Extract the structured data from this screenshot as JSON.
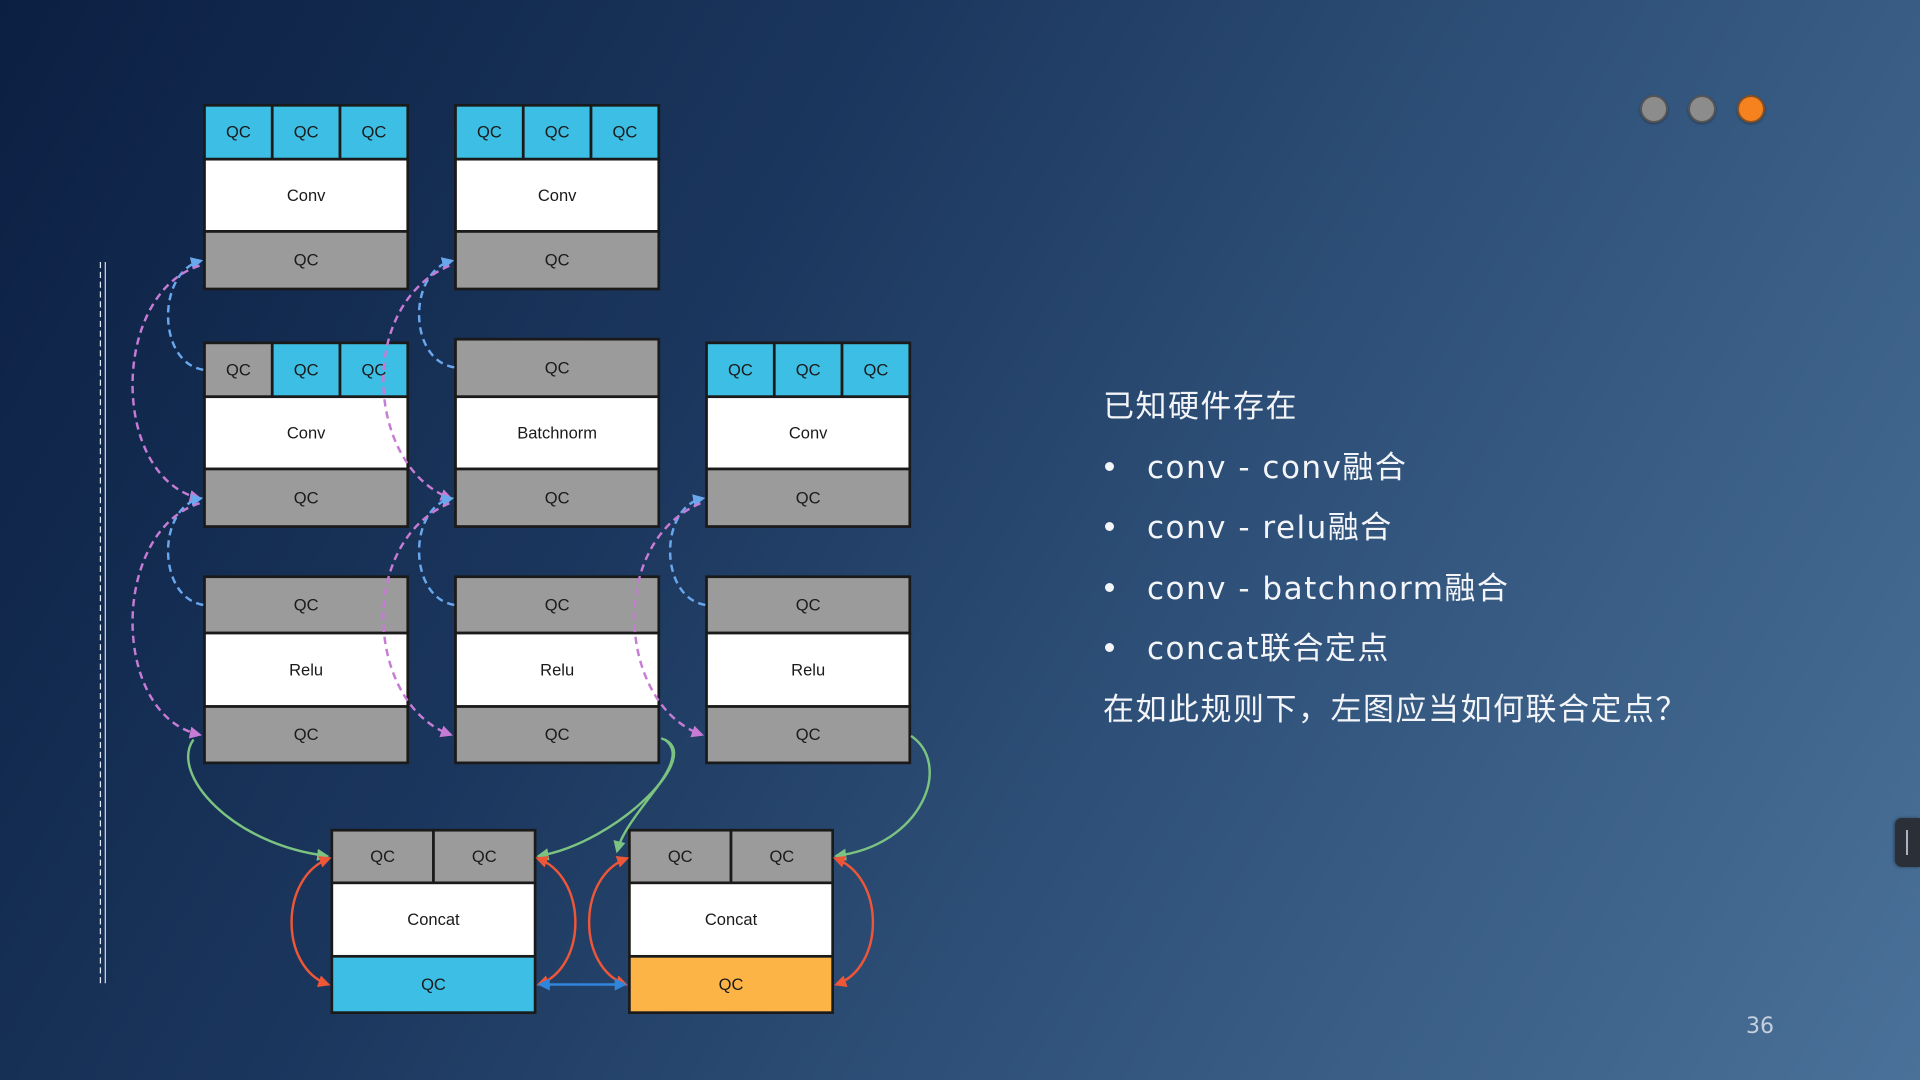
{
  "slide": {
    "page_number": "36",
    "indicator_dots": [
      {
        "color": "#8c8c8c"
      },
      {
        "color": "#8c8c8c"
      },
      {
        "color": "#f5821f"
      }
    ]
  },
  "diagram": {
    "arrow_colors": {
      "dashed_blue": "#6aa8ee",
      "dashed_pink": "#c67cd4",
      "green": "#7cc381",
      "red": "#ee5638",
      "blue": "#2f86dc"
    },
    "nodes": [
      {
        "inputs": [
          {
            "text": "QC",
            "fill": "#3dbfe5"
          },
          {
            "text": "QC",
            "fill": "#3dbfe5"
          },
          {
            "text": "QC",
            "fill": "#3dbfe5"
          }
        ],
        "op": "Conv",
        "output": {
          "text": "QC",
          "fill": "#9b9b9b"
        }
      },
      {
        "inputs": [
          {
            "text": "QC",
            "fill": "#3dbfe5"
          },
          {
            "text": "QC",
            "fill": "#3dbfe5"
          },
          {
            "text": "QC",
            "fill": "#3dbfe5"
          }
        ],
        "op": "Conv",
        "output": {
          "text": "QC",
          "fill": "#9b9b9b"
        }
      },
      {
        "inputs": [
          {
            "text": "QC",
            "fill": "#9b9b9b"
          },
          {
            "text": "QC",
            "fill": "#3dbfe5"
          },
          {
            "text": "QC",
            "fill": "#3dbfe5"
          }
        ],
        "op": "Conv",
        "output": {
          "text": "QC",
          "fill": "#9b9b9b"
        }
      },
      {
        "inputs": [
          {
            "text": "QC",
            "fill": "#9b9b9b"
          }
        ],
        "op": "Batchnorm",
        "output": {
          "text": "QC",
          "fill": "#9b9b9b"
        }
      },
      {
        "inputs": [
          {
            "text": "QC",
            "fill": "#3dbfe5"
          },
          {
            "text": "QC",
            "fill": "#3dbfe5"
          },
          {
            "text": "QC",
            "fill": "#3dbfe5"
          }
        ],
        "op": "Conv",
        "output": {
          "text": "QC",
          "fill": "#9b9b9b"
        }
      },
      {
        "inputs": [
          {
            "text": "QC",
            "fill": "#9b9b9b"
          }
        ],
        "op": "Relu",
        "output": {
          "text": "QC",
          "fill": "#9b9b9b"
        }
      },
      {
        "inputs": [
          {
            "text": "QC",
            "fill": "#9b9b9b"
          }
        ],
        "op": "Relu",
        "output": {
          "text": "QC",
          "fill": "#9b9b9b"
        }
      },
      {
        "inputs": [
          {
            "text": "QC",
            "fill": "#9b9b9b"
          }
        ],
        "op": "Relu",
        "output": {
          "text": "QC",
          "fill": "#9b9b9b"
        }
      },
      {
        "inputs": [
          {
            "text": "QC",
            "fill": "#9b9b9b"
          },
          {
            "text": "QC",
            "fill": "#9b9b9b"
          }
        ],
        "op": "Concat",
        "output": {
          "text": "QC",
          "fill": "#3dbfe5"
        }
      },
      {
        "inputs": [
          {
            "text": "QC",
            "fill": "#9b9b9b"
          },
          {
            "text": "QC",
            "fill": "#9b9b9b"
          }
        ],
        "op": "Concat",
        "output": {
          "text": "QC",
          "fill": "#fdb447"
        }
      }
    ]
  },
  "rules": {
    "heading": "已知硬件存在",
    "items": [
      "conv - conv融合",
      "conv - relu融合",
      "conv - batchnorm融合",
      "concat联合定点"
    ],
    "question": "在如此规则下，左图应当如何联合定点？"
  }
}
